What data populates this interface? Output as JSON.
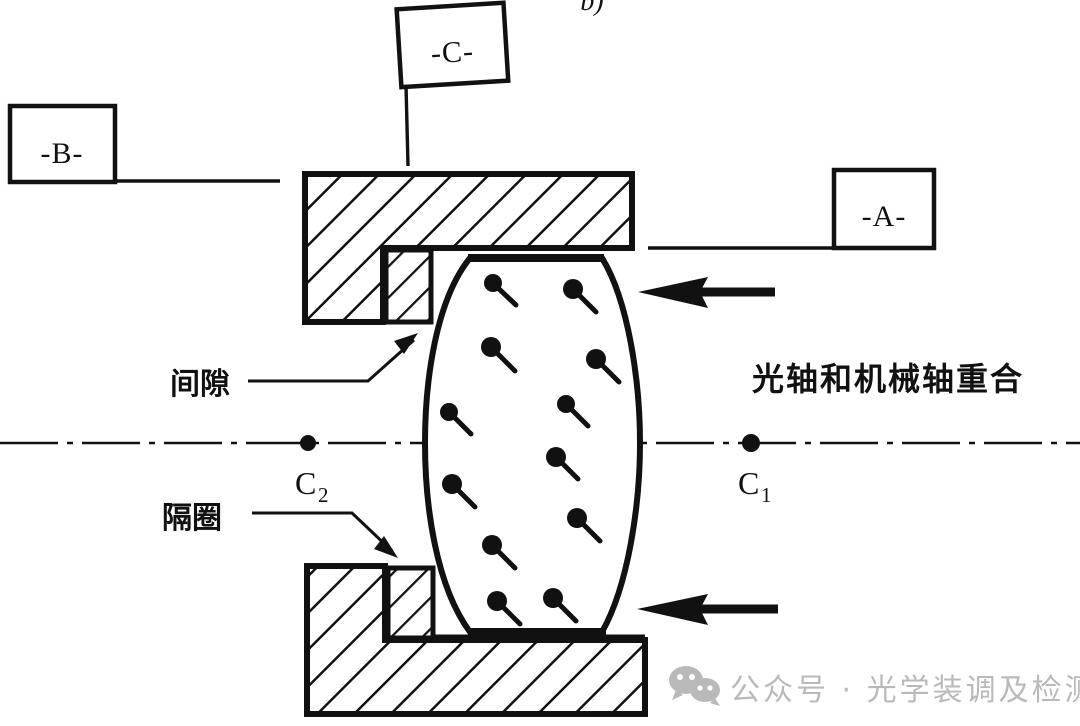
{
  "figure": {
    "caption": "b)",
    "datums": [
      {
        "id": "datum-a",
        "label": "-A-"
      },
      {
        "id": "datum-b",
        "label": "-B-"
      },
      {
        "id": "datum-c",
        "label": "-C-"
      }
    ],
    "callouts": [
      {
        "id": "gap",
        "label": "间隙"
      },
      {
        "id": "spacer",
        "label": "隔圈"
      }
    ],
    "note": "光轴和机械轴重合",
    "points": [
      {
        "id": "c2",
        "base": "C",
        "sub": "2"
      },
      {
        "id": "c1",
        "base": "C",
        "sub": "1"
      }
    ],
    "arrows": [
      {
        "id": "force-arrow-top",
        "direction": "left"
      },
      {
        "id": "force-arrow-bottom",
        "direction": "left"
      }
    ],
    "colors": {
      "ink": "#111111",
      "paper": "#ffffff",
      "watermark": "#b9b9b9"
    }
  },
  "watermark": {
    "icon": "wechat-icon",
    "text": "公众号 · 光学装调及检测"
  }
}
